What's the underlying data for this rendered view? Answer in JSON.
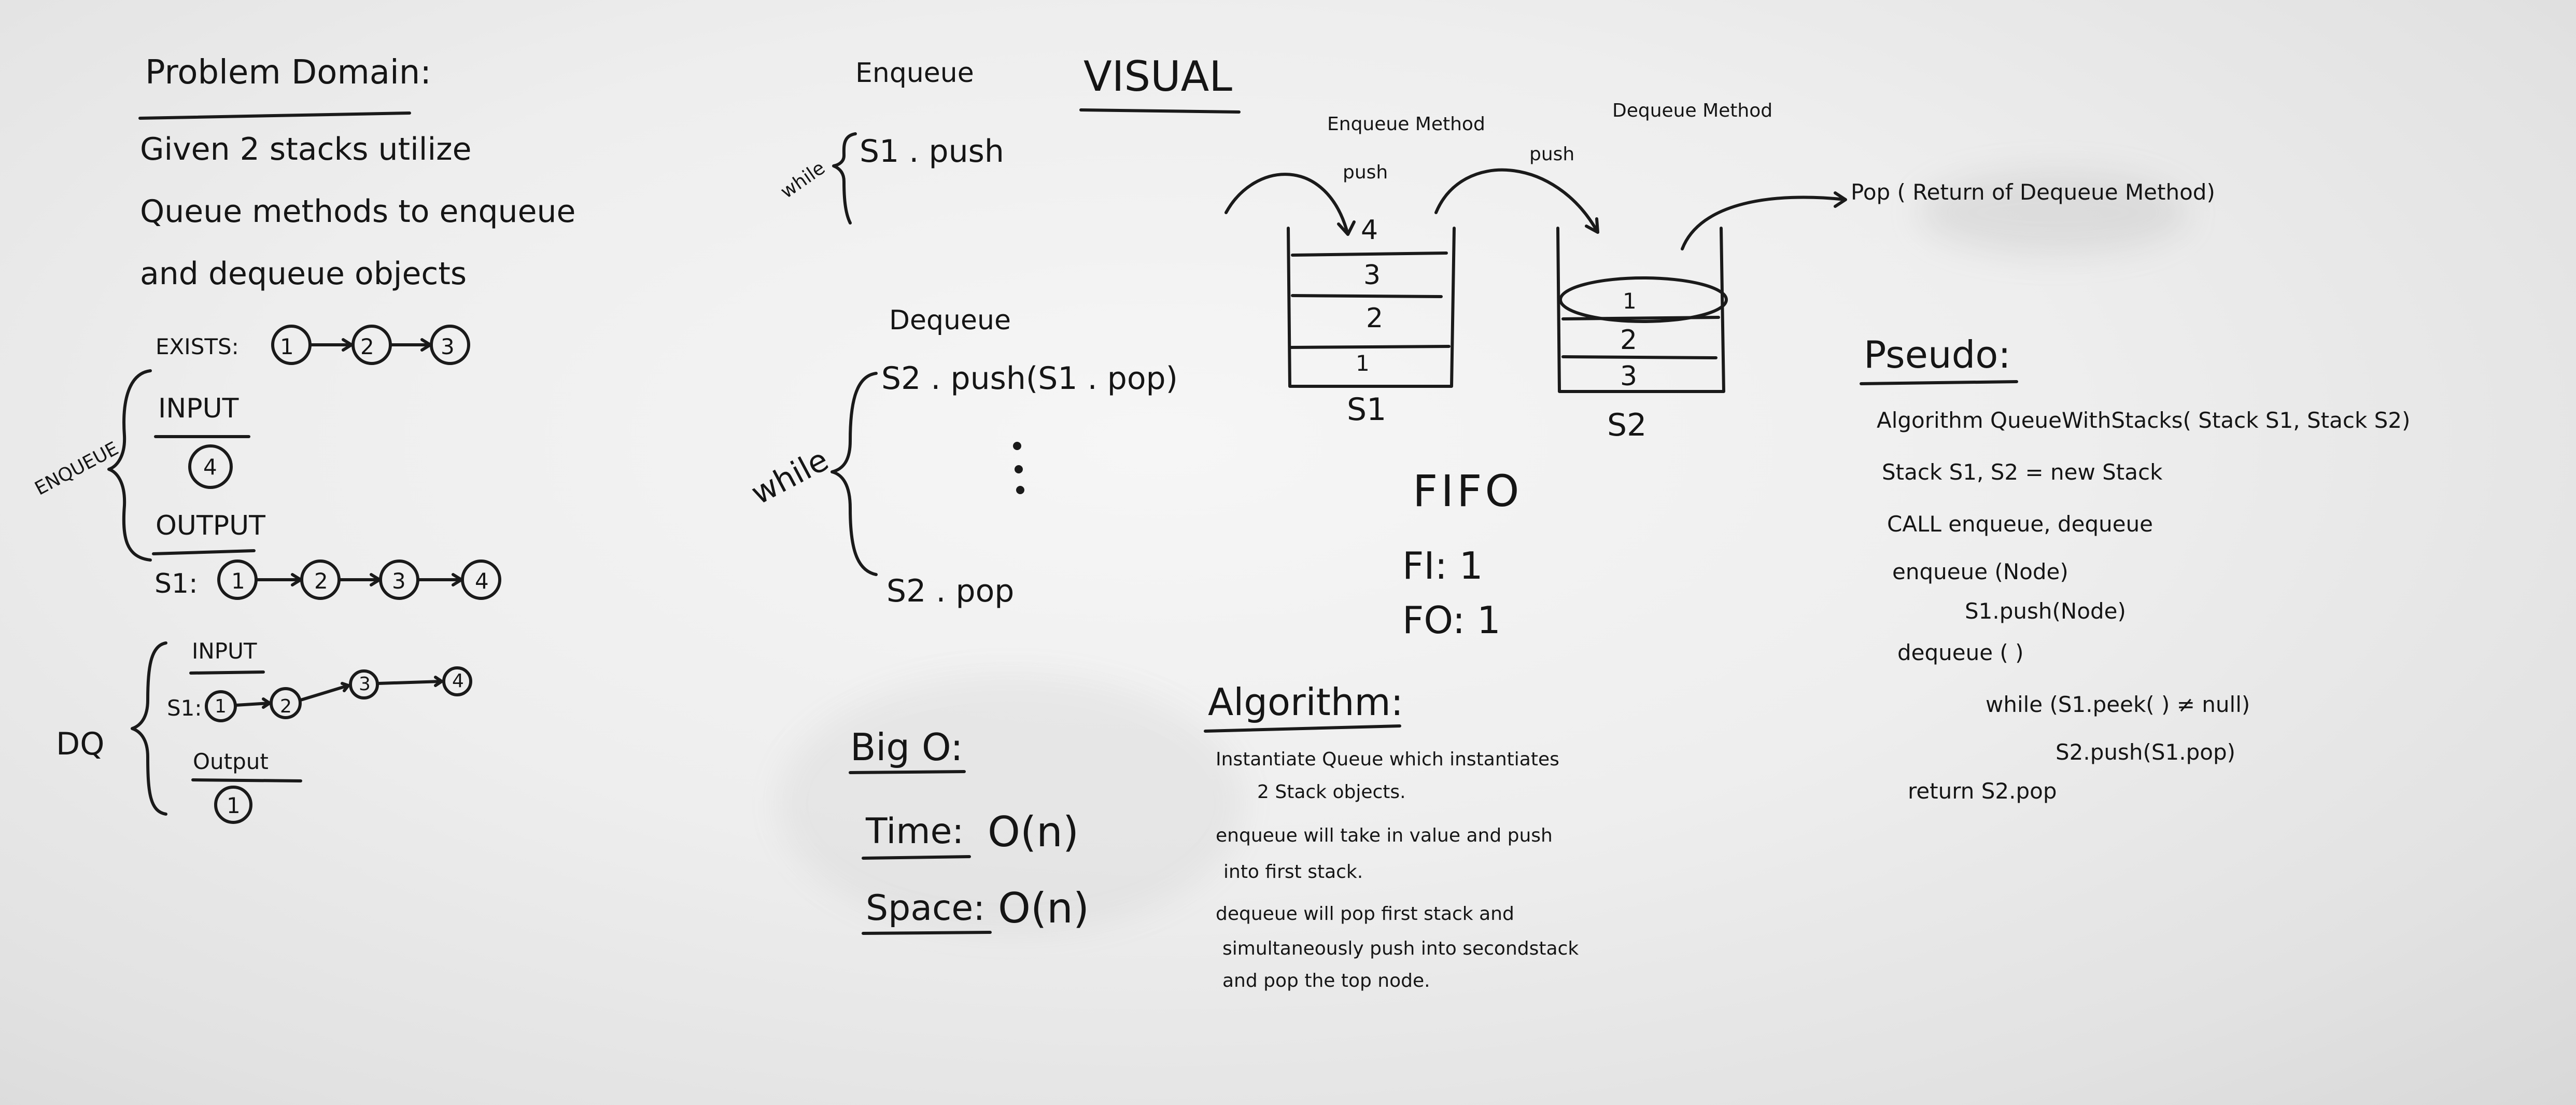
{
  "problem_domain": {
    "heading": "Problem Domain:",
    "statement_lines": [
      "Given 2 stacks utilize",
      "Queue methods to enqueue",
      "and dequeue objects"
    ],
    "exists_label": "EXISTS:",
    "exists_nodes": [
      "1",
      "2",
      "3"
    ],
    "enqueue_label": "ENQUEUE",
    "input_label": "INPUT",
    "input_value": "4",
    "output_label": "OUTPUT",
    "s1_label": "S1:",
    "s1_nodes": [
      "1",
      "2",
      "3",
      "4"
    ],
    "dq_label": "DQ",
    "dq_input_label": "INPUT",
    "dq_s1_label": "S1:",
    "dq_nodes": [
      "1",
      "2",
      "3",
      "4"
    ],
    "dq_output_label": "Output",
    "dq_output_value": "1"
  },
  "methods": {
    "enqueue_heading": "Enqueue",
    "while_label_1": "while",
    "enqueue_code": "S1 . push",
    "dequeue_heading": "Dequeue",
    "while_label_2": "while",
    "dequeue_code_1": "S2 . push(S1 . pop)",
    "dequeue_code_2": "S2 . pop"
  },
  "big_o": {
    "heading": "Big O:",
    "time_label": "Time:",
    "time_value": "O(n)",
    "space_label": "Space:",
    "space_value": "O(n)"
  },
  "visual": {
    "heading": "VISUAL",
    "enqueue_method": "Enqueue Method",
    "push_1": "push",
    "push_2": "push",
    "dequeue_method": "Dequeue Method",
    "pop_note": "Pop ( Return of Dequeue Method)",
    "stack1": [
      "4",
      "3",
      "2",
      "1"
    ],
    "stack1_label": "S1",
    "stack2": [
      "1",
      "2",
      "3"
    ],
    "stack2_label": "S2",
    "fifo": "FIFO",
    "fi": "FI: 1",
    "fo": "FO: 1"
  },
  "algorithm": {
    "heading": "Algorithm:",
    "bullets": [
      [
        "Instantiate Queue which instantiates",
        "2 Stack objects."
      ],
      [
        "enqueue will take in value and push",
        "into first stack."
      ],
      [
        "dequeue will pop first stack and",
        "simultaneously push into secondstack",
        "and pop the top node."
      ]
    ]
  },
  "pseudo": {
    "heading": "Pseudo:",
    "lines": [
      "Algorithm  QueueWithStacks( Stack S1, Stack S2)",
      "Stack S1, S2 = new Stack",
      "CALL enqueue, dequeue",
      "enqueue (Node)",
      "S1.push(Node)",
      "dequeue ( )",
      "while (S1.peek( ) ≠ null)",
      "S2.push(S1.pop)",
      "return S2.pop"
    ]
  }
}
